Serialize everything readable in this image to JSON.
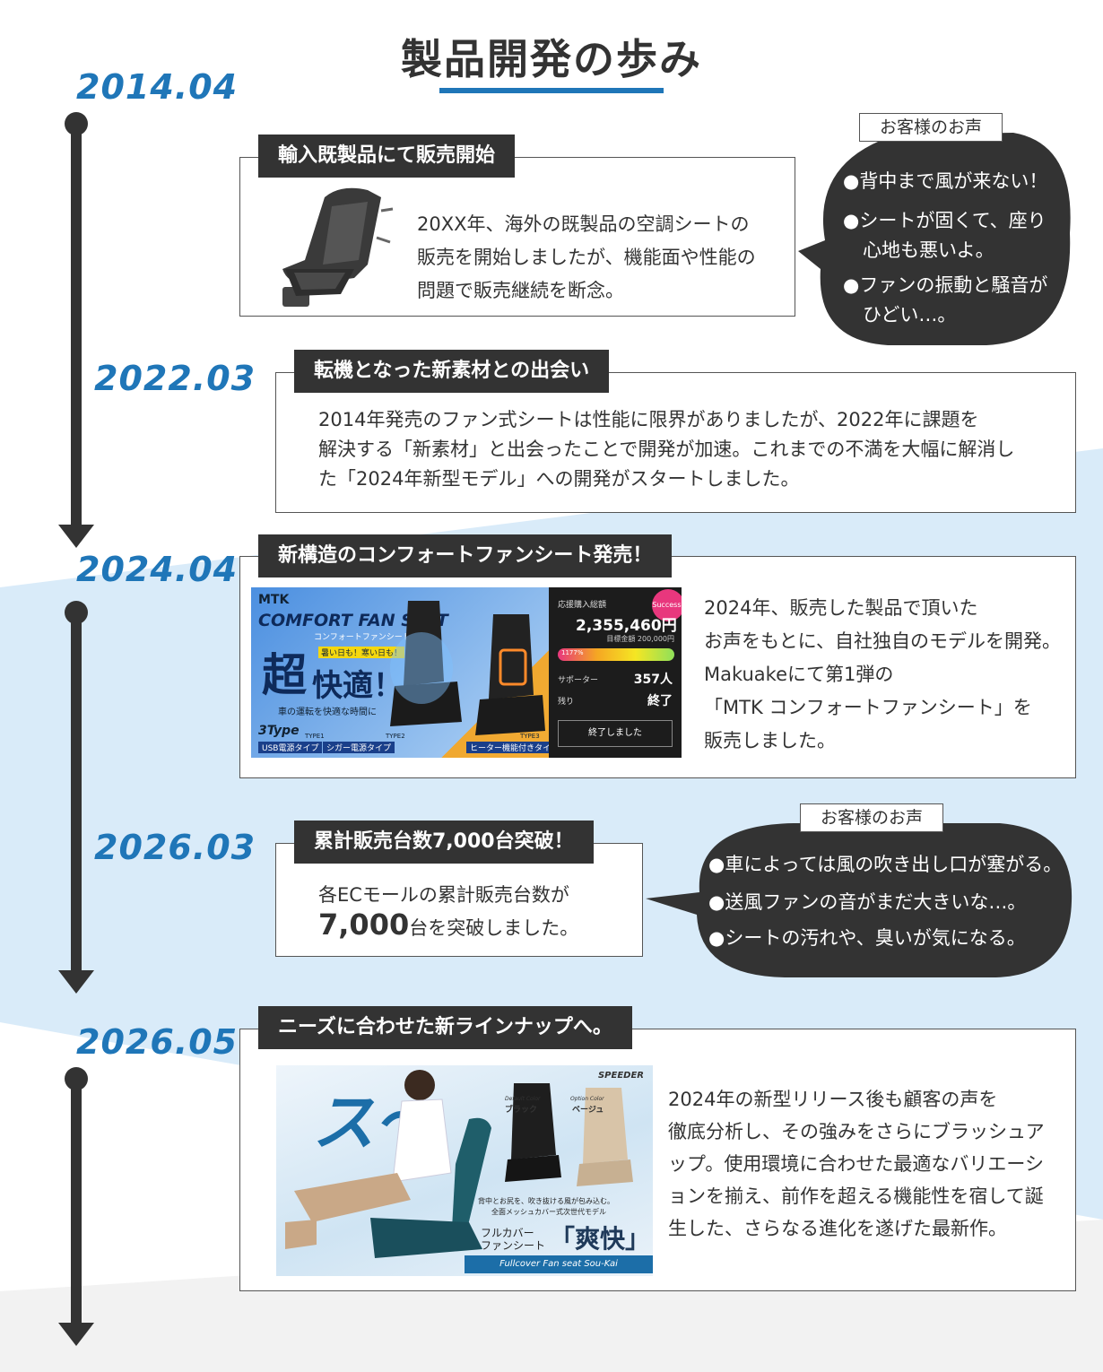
{
  "page": {
    "title": "製品開発の歩み"
  },
  "timeline": [
    {
      "year": "2014.04",
      "label": "輸入既製品にて販売開始",
      "text": [
        "20XX年、海外の既製品の空調シートの",
        "販売を開始しましたが、機能面や性能の",
        "問題で販売継続を断念。"
      ],
      "voice": {
        "tag": "お客様のお声",
        "items": [
          "●背中まで風が来ない！",
          "●シートが固くて、座り",
          "心地も悪いよ。",
          "●ファンの振動と騒音が",
          "ひどい…。"
        ]
      }
    },
    {
      "year": "2022.03",
      "label": "転機となった新素材との出会い",
      "text": [
        "2014年発売のファン式シートは性能に限界がありましたが、2022年に課題を",
        "解決する「新素材」と出会ったことで開発が加速。これまでの不満を大幅に解消し",
        "た「2024年新型モデル」への開発がスタートしました。"
      ]
    },
    {
      "year": "2024.04",
      "label": "新構造のコンフォートファンシート発売！",
      "text": [
        "2024年、販売した製品で頂いた",
        "お声をもとに、自社独自のモデルを開発。",
        "Makuakeにて第1弾の",
        "「MTK コンフォートファンシート」を",
        "販売しました。"
      ],
      "banner": {
        "brand": "MTK",
        "title": "COMFORT FAN SEAT",
        "subtitle": "コンフォートファンシート",
        "catch_small": "暑い日も！寒い日も！",
        "catch_big1": "超",
        "catch_big2": "快適！",
        "tagline": "車の運転を快適な時間に",
        "types": "3Type",
        "type1": "USB電源タイプ",
        "type2": "シガー電源タイプ",
        "type3": "ヒーター機能付きタイプ",
        "type1_tag": "TYPE1",
        "type2_tag": "TYPE2",
        "type3_tag": "TYPE3",
        "success": "Success!",
        "amount_label": "応援購入総額",
        "amount": "2,355,460円",
        "goal": "目標金額 200,000円",
        "percent": "1177%",
        "supporters_label": "サポーター",
        "supporters": "357人",
        "remain_label": "残り",
        "remain": "終了",
        "ended": "終了しました"
      }
    },
    {
      "year": "2026.03",
      "label": "累計販売台数7,000台突破！",
      "text1": "各ECモールの累計販売台数が",
      "text2_big": "7,000",
      "text2_rest": "台を突破しました。",
      "voice": {
        "tag": "お客様のお声",
        "items": [
          "●車によっては風の吹き出し口が塞がる。",
          "●送風ファンの音がまだ大きいな…。",
          "●シートの汚れや、臭いが気になる。"
        ]
      }
    },
    {
      "year": "2026.05",
      "label": "ニーズに合わせた新ラインナップへ。",
      "text": [
        "2024年の新型リリース後も顧客の声を",
        "徹底分析し、その強みをさらにブラッシュア",
        "ップ。使用環境に合わせた最適なバリエーシ",
        "ョンを揃え、前作を超える機能性を宿して誕",
        "生した、さらなる進化を遂げた最新作。"
      ],
      "banner": {
        "brand": "SPEEDER",
        "color1_tag": "Default Color",
        "color1": "ブラック",
        "color2_tag": "Option Color",
        "color2": "ベージュ",
        "desc1": "背中とお尻を、吹き抜ける風が包み込む。",
        "desc2": "全面メッシュカバー式次世代モデル",
        "name_small1": "フルカバー",
        "name_small2": "ファンシート",
        "name_big": "「爽快」",
        "name_en": "Fullcover Fan seat Sou-Kai",
        "wave": "ス〜"
      }
    }
  ],
  "colors": {
    "accent": "#1f76b8",
    "dark": "#333333",
    "band": "#d6e9f8"
  }
}
